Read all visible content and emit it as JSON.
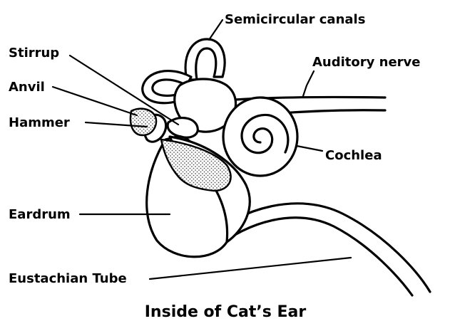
{
  "labels": {
    "semicircular_canals": "Semicircular canals",
    "stirrup": "Stirrup",
    "anvil": "Anvil",
    "hammer": "Hammer",
    "auditory_nerve": "Auditory nerve",
    "cochlea": "Cochlea",
    "eardrum": "Eardrum",
    "eustachian_tube": "Eustachian Tube"
  },
  "caption": "Inside of Cat’s Ear"
}
